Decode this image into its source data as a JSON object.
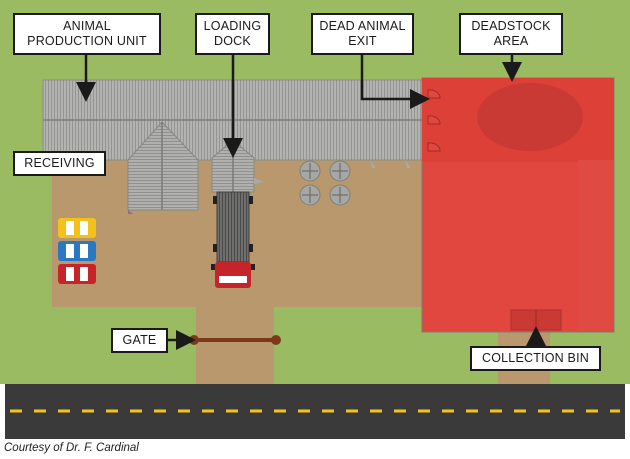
{
  "labels": {
    "animal_production_unit": "ANIMAL\nPRODUCTION UNIT",
    "loading_dock": "LOADING\nDOCK",
    "dead_animal_exit": "DEAD ANIMAL\nEXIT",
    "deadstock_area": "DEADSTOCK\nAREA",
    "receiving": "RECEIVING",
    "gate": "GATE",
    "collection_bin": "COLLECTION BIN"
  },
  "credit": "Courtesy of Dr. F. Cardinal",
  "colors": {
    "grass": "#9bbb63",
    "dirt": "#b8986c",
    "road": "#3a3a3a",
    "lane_marking": "#f2c21a",
    "roof": "#a9aaa8",
    "deadstock": "#e2473f",
    "deadstock_dark": "#c93a35",
    "gate": "#7a3a1a"
  },
  "vehicles": [
    "yellow-car",
    "blue-car",
    "red-car"
  ]
}
